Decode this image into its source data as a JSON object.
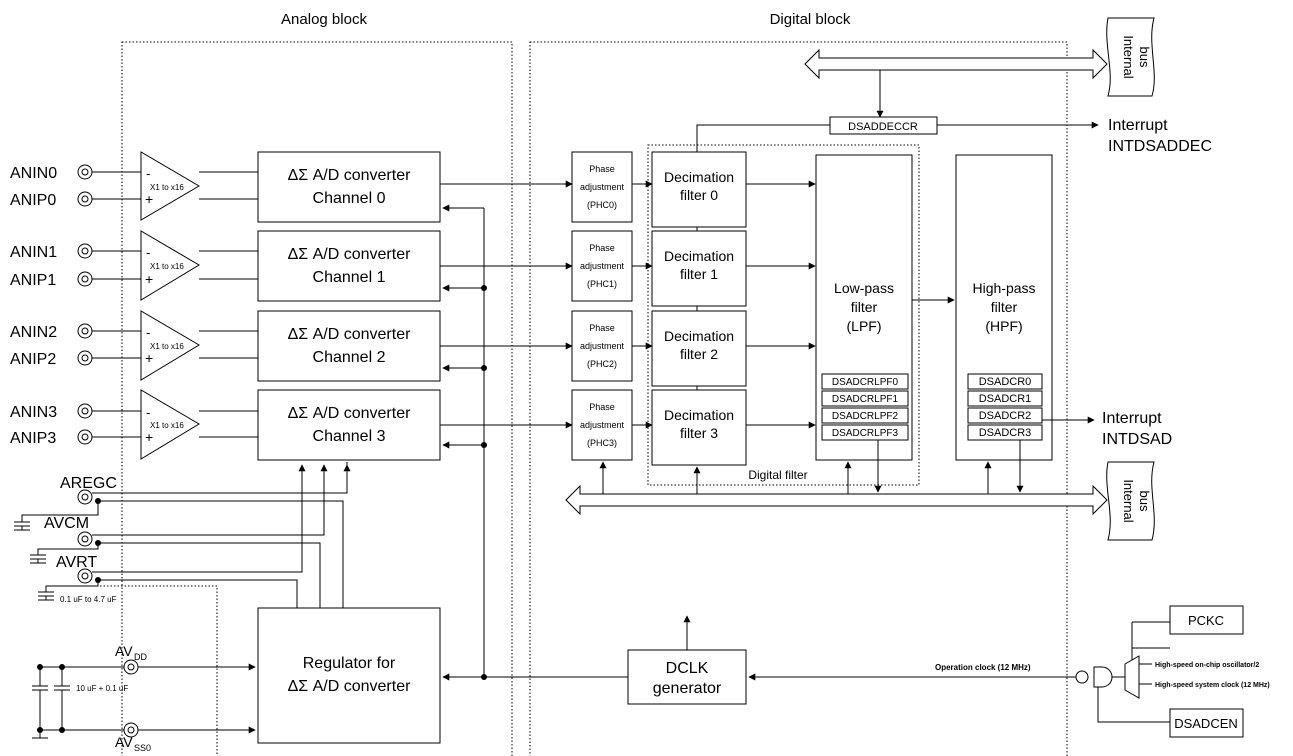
{
  "analog_block_title": "Analog block",
  "digital_block_title": "Digital block",
  "internal_bus_label": "Internal bus",
  "pins": {
    "anin": [
      "ANIN0",
      "ANIN1",
      "ANIN2",
      "ANIN3"
    ],
    "anip": [
      "ANIP0",
      "ANIP1",
      "ANIP2",
      "ANIP3"
    ],
    "aregc": "AREGC",
    "avcm": "AVCM",
    "avrt": "AVRT",
    "avdd_main": "AV",
    "avdd_sub": "DD",
    "avss_main": "AV",
    "avss_sub": "SS0"
  },
  "amp": {
    "minus": "-",
    "plus": "+",
    "gain": "X1 to x16"
  },
  "adc": {
    "line1": "ΔΣ A/D converter",
    "channels": [
      "Channel 0",
      "Channel 1",
      "Channel 2",
      "Channel 3"
    ]
  },
  "phase": {
    "line1": "Phase",
    "line2": "adjustment",
    "codes": [
      "(PHC0)",
      "(PHC1)",
      "(PHC2)",
      "(PHC3)"
    ]
  },
  "decimation": {
    "line1": "Decimation",
    "filters": [
      "filter 0",
      "filter 1",
      "filter 2",
      "filter 3"
    ]
  },
  "lpf": {
    "line1": "Low-pass",
    "line2": "filter",
    "line3": "(LPF)",
    "regs": [
      "DSADCRLPF0",
      "DSADCRLPF1",
      "DSADCRLPF2",
      "DSADCRLPF3"
    ]
  },
  "hpf": {
    "line1": "High-pass",
    "line2": "filter",
    "line3": "(HPF)",
    "regs": [
      "DSADCR0",
      "DSADCR1",
      "DSADCR2",
      "DSADCR3"
    ]
  },
  "dsaddeccr": "DSADDECCR",
  "interrupt_top": {
    "line1": "Interrupt",
    "line2": "INTDSADDEC"
  },
  "interrupt_mid": {
    "line1": "Interrupt",
    "line2": "INTDSAD"
  },
  "digital_filter_label": "Digital filter",
  "cap_label_1": "0.1 uF to 4.7 uF",
  "cap_label_2": "10 uF + 0.1 uF",
  "regulator": {
    "line1": "Regulator for",
    "line2": "ΔΣ A/D converter"
  },
  "dclk": {
    "line1": "DCLK",
    "line2": "generator"
  },
  "operation_clock": "Operation clock (12 MHz)",
  "pckc": "PCKC",
  "dsadcen": "DSADCEN",
  "clock_src_1": "High-speed on-chip oscillator/2",
  "clock_src_2": "High-speed system clock (12 MHz)"
}
